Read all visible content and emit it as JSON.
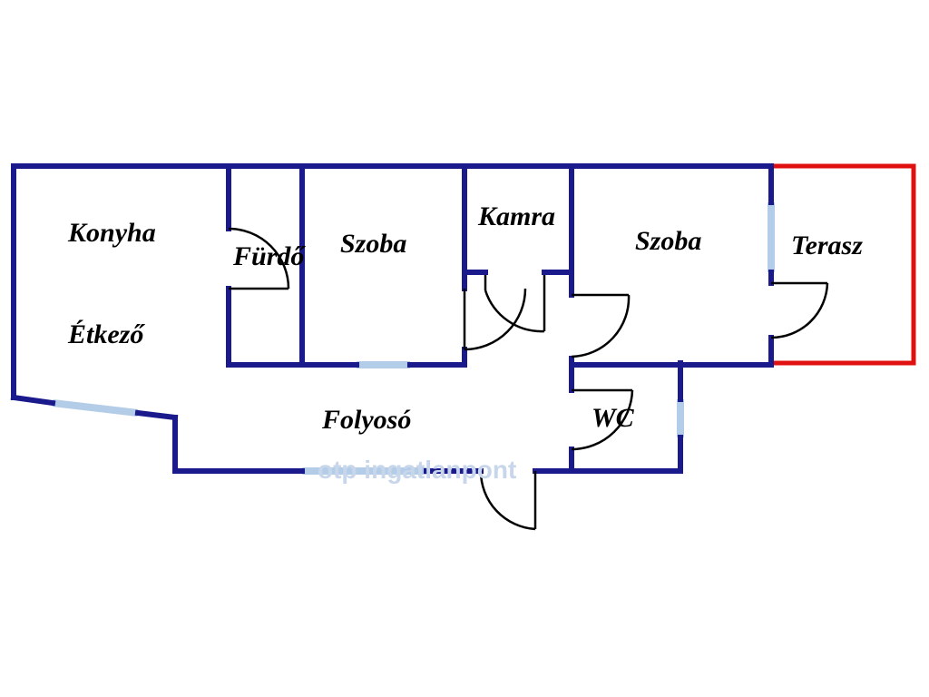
{
  "colors": {
    "wall": "#1a1a8c",
    "window": "#b3cde8",
    "terrace": "#e01010",
    "door": "#000000",
    "label": "#000000",
    "watermark": "#c7d6ea",
    "background": "#ffffff"
  },
  "rooms": {
    "konyha": "Konyha",
    "etkezo": "Étkező",
    "furdo": "Fürdő",
    "szoba1": "Szoba",
    "kamra": "Kamra",
    "szoba2": "Szoba",
    "terasz": "Terasz",
    "folyoso": "Folyosó",
    "wc": "WC"
  },
  "watermark": "otp ingatlanpont"
}
